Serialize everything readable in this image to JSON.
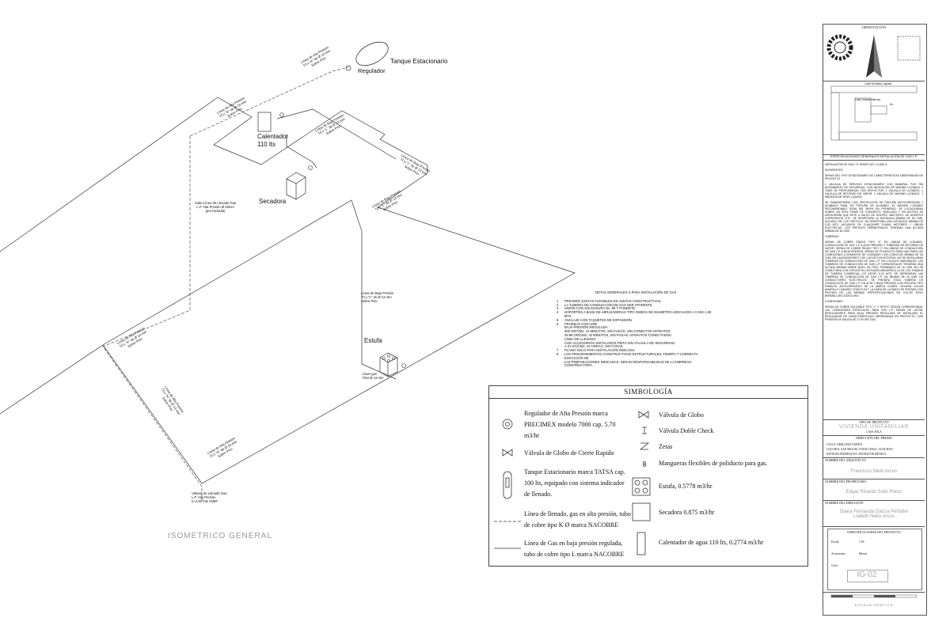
{
  "drawing": {
    "view_title": "ISOMETRICO GENERAL",
    "tank_label": "Tanque Estacionario",
    "regulator_label": "Regulador",
    "heater_label": "Calentador",
    "heater_capacity": "110 lts",
    "dryer_label": "Secadora",
    "stove_label": "Estufa",
    "pipe_labels": {
      "high_pressure_1": [
        "Línea de Alta Presión",
        "TCu \"K\" de Ø 13 mm",
        "Sobre Piso"
      ],
      "high_pressure_2": [
        "Línea de Alta Presión",
        "TCu \"K\" de Ø 19 mm",
        "Sobre Piso"
      ],
      "low_pressure_1": [
        "Línea de Baja Presión",
        "TCu \"L\" de Ø 13 mm",
        "Sobre Piso"
      ],
      "low_pressure_2": [
        "Línea de Baja Presión",
        "TCu \"L\" de Ø 13 mm",
        "Sobre Piso"
      ],
      "low_pressure_3": [
        "Línea de Baja Presión",
        "TCu \"L\" de Ø 13 mm",
        "Sobre Piso"
      ],
      "fill_line_rise": [
        "Sube Línea de Llenado Gas",
        "L.P. Alta Presión Ø 25mm",
        "(por fachada)"
      ],
      "fill_valve": [
        "Válvula de Llenado Gas",
        "L.P. Alta Presión",
        "h=2.50 mts SNBT"
      ],
      "stove_drop": [
        "Llave gas",
        "Piso Ø 13 mm"
      ]
    }
  },
  "notes": {
    "title": "NOTAS GENERALES S PARA INSTALACIÓN DE GAS",
    "items": [
      {
        "n": "1",
        "text": "PREVEER JUNTAS FLEXIBLES EN JUNTAS CONSTRUCTIVAS."
      },
      {
        "n": "2",
        "text": "LA TUBERIA DE CONDUCCIÓN DE GAS SER APARENTE"
      },
      {
        "n": "3",
        "text": "UNIÓN CON SOLDADURA No. 95 Y FUNDETE."
      },
      {
        "n": "4",
        "text": "SOPORTES A BASE DE ABRAZADERAS TIPO OMEGA DE DIAMETRO ADECUADO A CADA 1.50 MTS"
      },
      {
        "n": "5",
        "text": "ANCLAJE CON TAQUETES DE EXPANSIÓN."
      },
      {
        "n": "6",
        "text": "PRUEBAS CON AIRE:"
      },
      {
        "n": "",
        "text": "BAJA PRESIÓN REGULADA"
      },
      {
        "n": "",
        "text": "500 GR/CM2, 10 MINUTOS, SIN FUGAS, SIN CONECTAR APARATOS."
      },
      {
        "n": "",
        "text": "26.96 GR/CM2, 15 MINUTOS, SIN FUGAS, APARATOS CONECTADOS."
      },
      {
        "n": "",
        "text": "LÍNEA DE LLENADO"
      },
      {
        "n": "",
        "text": "CON ACCESORIOS INSTALADOS PERO SIN VÁLVULA DE SEGURIDAD"
      },
      {
        "n": "",
        "text": "A 21 KG/CM2, 24 HORAS, SIN FUGAS."
      },
      {
        "n": "7",
        "text": "PLANO SOLO PARA INSTALACIÓN INDICADA"
      },
      {
        "n": "8",
        "text": "LOS PROCEDIMIENTOS CONSTRUCTIVOS ESTRUCTURALES, TIEMPO Y CORRECTA EJECUCIÓN DE"
      },
      {
        "n": "",
        "text": "LAS PREPARACIONES INDICADAS, SERAN RESPONSABILIDAD DE LA EMPRESA CONSTRUCTORA."
      }
    ]
  },
  "legend": {
    "title": "SIMBOLOGÍA",
    "left": [
      [
        "Regulador de Alta Presión marca",
        "PRECIMEX modelo 7000 cap. 5.70",
        "m3/hr"
      ],
      [
        "Válvula de Globo de Cierre Rapido"
      ],
      [
        "Tanque Estacionario marca TATSA cap.",
        "100 lts, equipado con sistema indicador",
        "de llenado."
      ],
      [
        "Línea de llenado, gas en alta presión, tubo",
        "de cobre tipo K Ø marca NACOBRE"
      ],
      [
        "Línea de Gas en baja presión regulada,",
        "tubo de cobre tipo L marca NACOBRE"
      ]
    ],
    "right": [
      "Válvula de Globo",
      "Válvula Doble Check",
      "Zetas",
      "Mangueras flexibles de poliducto para gas.",
      "Estufa, 0.5778 m3/hr",
      "Secadora 0.875 m3/hr",
      "Calentador de agua 110 lts, 0.2774 m3/hr"
    ]
  },
  "panel": {
    "orientation_title": "ORIENTACIÓN",
    "location_labels": [
      "Calle Emiliano Zapata",
      "Calle Independencia",
      "Av."
    ],
    "specs_title": "ESPECIFICACIONES GENERALES INSTALACIÓN DE GAS L.P.",
    "specs": [
      "INSTALACIÓN DE GAS L.P. GRUPO Nº2, CLASE A",
      "RECIPIENTES",
      "SERAN DEL TIPO ESTACIONARIO DE CARACTERISTICAS OBSERVADAS EN PROYECTO.",
      "1 VÁLVULA DE SERVICIO ESTACIONARIO CON MANERAL FIJO SIN ADITAMIENTO DE SEGURIDAD, CON INDICACIÓN DE MÁXIMO LLENADO Y TUBO DE PROFUNDIDAD CON DEFLECTOR. 1 VÁLVULA DE LLENADO. 1 VÁLVULA DE RETORNO DE VAPOR. 1 VÁLVULA DE MÁXIMO LLENADO. 1 MEDIDOR DE NIVEL LIQUIDO.",
      "SE SUMINISTRARA CON PROTECCIÓN DE PINTURA ANTICORROSIVA Y ACABADO FINAL EN PINTURA DE ALUMINIO. EL MÁXIMO LLENADO RECOMENDABLE SERA DEL 85.8% EN PROMEDIO. SE LOCALIZARAN SOBRE UN PISO FIRME DE CONCRETO, NIVELADO Y EN AZOTEA SE ASEGURARA QUE ESTE A SALVO DE GOLPES, MALTRATO, DE AGENTES CORROSIVOS, ETC. SE RESPETARA LA DISTANCIA MÍNIMA DE 50 CMS. ALEJADO DE LOS PRETILES. SE RESPETARA UNA DISTANCIA MÍNIMA DE 3.00 MTS. ALEJADOS DE CUALQUIER FLAMA, MOTORES Y LÍNEAS ELÉCTRICAS. LOS PRETILES PERIMETRALES TENDRÁN UNA ALTURA MÍNIMA DE 60 CMS.",
      "TUBERIAS:",
      "SERAN DE COBRE RÍGIDO TIPO \"K\" EN LÍNEAS DE LLENADO, CONDUCCIÓN DE GAS L.P. A ALTA PRESIÓN Y TUBERIAS DE RETORNO DE VAPOR. SERAN DE COBRE RÍGIDO TIPO \"L\" EN LÍNEAS DE CONDUCCIÓN DE GAS L.P. A BAJA PRESIÓN. SERAN DE POLIDUCTO PARA GAS PARA LAS CONEXIONES A APARATOS DE CONSUMO CON LONGITUD MÍNIMA DE 50 CMS. EN CALENTADORES Y DE 1.50 MTS EN ESTUFAS. NO SE INSTALARAN TUBERIAS DE CONDUCCIÓN DE GAS L.P. EN LOCALES HABITABLES. LAS TUBERIAS DE CONDUCCIÓN DE GAS L.P. HORIZONTALES TENDRÁN UNA ALTURA MÍNIMA SOBRE NIVEL DE PISO TERMINADO DE 10 CMS. NO SE CONECTARA CON COPLES EN LOSTUDES MENORES A LA DE LOS TRAMOS DE TUBERIA COMERCIAL, ES DECIR, 6.10 MTS. SE SEPARARAN LAS TUBERIAS DE CONDUCCIÓN DE GAS L.P. UN MÍNIMO DE 20 CMS. DE CONDUCTORES ELÉCTRICOS. SE PINTARA TODA TUBERIA DE CONDUCCIÓN DE GAS L.P. EN ALTA Y BAJA PRESIÓN CON PINTURA TIPO ESMALTE ANTICORROSIVO DE LA MARCA COMEX, VELMAR COLOR AMARILLO CANARIO CÓDIGO 817. LA LÍNEA DE LLENADO SE PINTARA CON PINTURA DE LAS MISMAS ESPECIFICACIONES EN COLOR ROJO BERMELLÓN CÓDIGO 903.",
      "CONEXIONES",
      "SERAN DE COBRE SOLDABLE TIPO \"L\" Y TIPO\"K\" SEGÚN CORRESPONDA. LAS CONEXIONES ESPECIALES PARA GAS L.P. SERAN DE LATÓN. REGULADORES PARA BAJA PRESIÓN REGULADA SE INSTALARA EL REGULADOR DE CARACTERÍSTICAS OBSERVADAS EN PROYECTO, CON PRESIÓN DE SALIDA DE 27.94 GR/ CM2."
    ],
    "project_type_label": "TIPO DE PROYECTO",
    "project_type": "VIVIENDA UNIFAMILIAR",
    "project_subtype": "CASA SOLA",
    "address_label": "DIRECCIÓN DEL PREDIO",
    "address_lines": [
      "CALLE: EMILIANO ZAPATA",
      "COLONIA: SAN MIGUEL TOTOLCINGO, ACOLMAN",
      "ENTIDAD FEDERATIVA: ESTADO DE MÉXICO"
    ],
    "architect_label": "NOMBRE DEL ARQUITECTO",
    "architect": "Francisco Nieto Arcos",
    "owner_label": "NOMBRE DEL PROPIETARIO",
    "owner": "Edgar Ricardo Sollo Pérez",
    "drafter_label": "NOMBRE DEL DIBUJANTE",
    "drafters": [
      "Diana Fernanda García Peñafiel",
      "Lisbeth Nieto Arcos"
    ],
    "project_specs_label": "ESPECIFICACIONES DEL PROYECTO",
    "scale_label": "Escala",
    "scale_value": "1:50",
    "units_label": "Acotaciones",
    "units_value": "Metros",
    "key_label": "Clave",
    "sheet_code": "IG-02",
    "graphic_scale_label": "ESCALA GRÁFICA"
  }
}
